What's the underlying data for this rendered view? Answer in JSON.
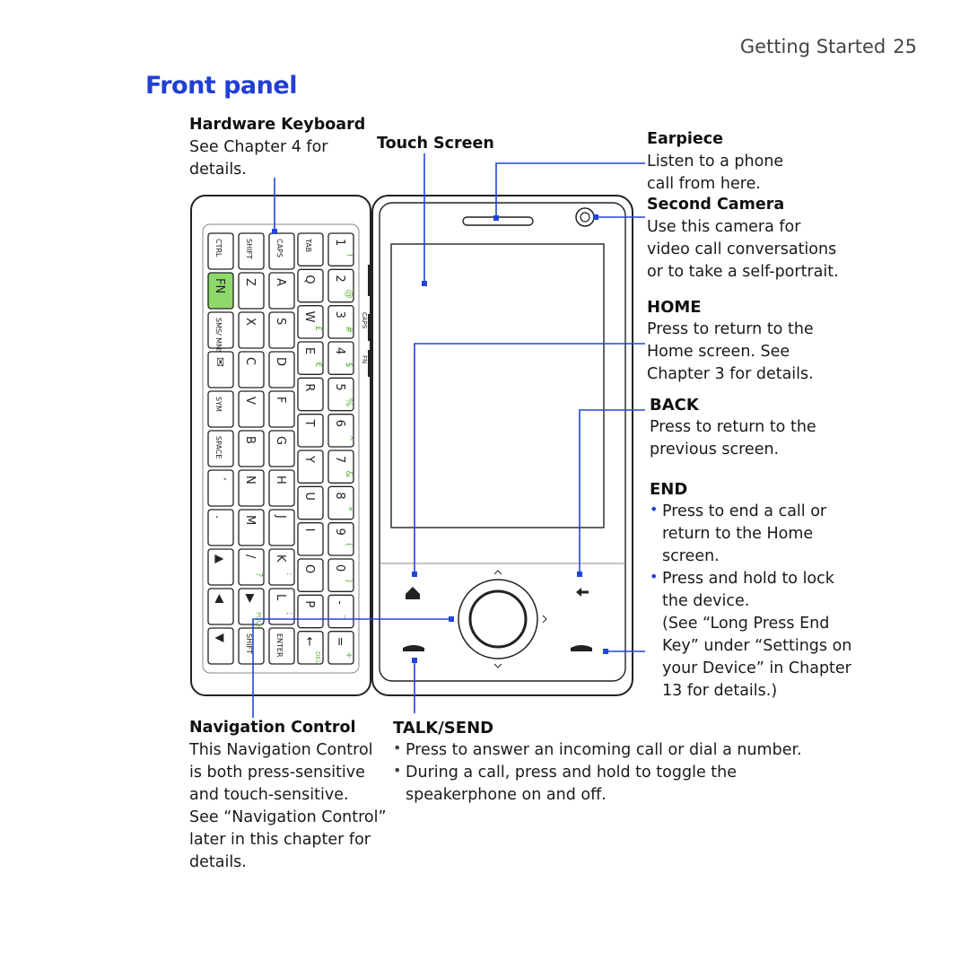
{
  "header": {
    "section": "Getting Started",
    "page_number": "25"
  },
  "title": "Front panel",
  "labels": {
    "hardware_keyboard": {
      "title": "Hardware Keyboard",
      "lines": [
        "See Chapter 4 for",
        "details."
      ]
    },
    "touch_screen": {
      "title": "Touch Screen"
    },
    "earpiece": {
      "title": "Earpiece",
      "lines": [
        "Listen to a phone",
        "call from here."
      ]
    },
    "second_camera": {
      "title": "Second Camera",
      "lines": [
        "Use this camera for",
        "video call conversations",
        "or to take a self-portrait."
      ]
    },
    "home": {
      "title": "HOME",
      "lines": [
        "Press to return to the",
        "Home screen. See",
        "Chapter 3 for details."
      ]
    },
    "back": {
      "title": "BACK",
      "lines": [
        "Press to return to the",
        "previous screen."
      ]
    },
    "end": {
      "title": "END",
      "bullets": [
        [
          "Press to end a call or",
          "return to the Home",
          "screen."
        ],
        [
          "Press and hold to lock",
          "the device.",
          "(See “Long Press End",
          "Key” under “Settings on",
          "your Device” in Chapter",
          "13 for details.)"
        ]
      ]
    },
    "navigation_control": {
      "title": "Navigation Control",
      "lines": [
        "This Navigation Control",
        "is both press-sensitive",
        "and touch-sensitive.",
        "See “Navigation Control”",
        "later in this chapter for",
        "details."
      ]
    },
    "talk_send": {
      "title": "TALK/SEND",
      "bullets": [
        [
          "Press to answer an incoming call or dial a number."
        ],
        [
          "During a call, press and hold to toggle the",
          "speakerphone on and off."
        ]
      ]
    }
  },
  "keyboard": {
    "columns": [
      [
        {
          "k": "CTRL"
        },
        {
          "k": "FN",
          "fn": true
        },
        {
          "k": "SMS/ MMS"
        },
        {
          "k": "✉"
        },
        {
          "k": "SYM"
        },
        {
          "k": "SPACE"
        },
        {
          "k": "´"
        },
        {
          "k": "."
        },
        {
          "k": "▲"
        },
        {
          "k": "◀"
        },
        {
          "k": "▼"
        }
      ],
      [
        {
          "k": "SHIFT"
        },
        {
          "k": "Z"
        },
        {
          "k": "X"
        },
        {
          "k": "C"
        },
        {
          "k": "V"
        },
        {
          "k": "B"
        },
        {
          "k": "N"
        },
        {
          "k": "M"
        },
        {
          "k": "/",
          "a": "?"
        },
        {
          "k": "▶",
          "a": "PGUP"
        },
        {
          "k": "SHIFT"
        }
      ],
      [
        {
          "k": "CAPS"
        },
        {
          "k": "A"
        },
        {
          "k": "S"
        },
        {
          "k": "D"
        },
        {
          "k": "F"
        },
        {
          "k": "G"
        },
        {
          "k": "H"
        },
        {
          "k": "J"
        },
        {
          "k": "K",
          "a": ":"
        },
        {
          "k": "L",
          "a": ";"
        },
        {
          "k": "ENTER"
        }
      ],
      [
        {
          "k": "TAB"
        },
        {
          "k": "Q"
        },
        {
          "k": "W",
          "a": "£"
        },
        {
          "k": "E",
          "a": "€"
        },
        {
          "k": "R"
        },
        {
          "k": "T"
        },
        {
          "k": "Y"
        },
        {
          "k": "U"
        },
        {
          "k": "I"
        },
        {
          "k": "O"
        },
        {
          "k": "P"
        },
        {
          "k": "←",
          "a": "DEL"
        }
      ],
      [
        {
          "k": "1",
          "a": "!"
        },
        {
          "k": "2",
          "a": "@"
        },
        {
          "k": "3",
          "a": "#"
        },
        {
          "k": "4",
          "a": "$"
        },
        {
          "k": "5",
          "a": "%"
        },
        {
          "k": "6",
          "a": "^"
        },
        {
          "k": "7",
          "a": "&"
        },
        {
          "k": "8",
          "a": "*"
        },
        {
          "k": "9",
          "a": "("
        },
        {
          "k": "0",
          "a": ")"
        },
        {
          "k": "-",
          "a": "_"
        },
        {
          "k": "=",
          "a": "+"
        }
      ]
    ],
    "side_labels": [
      "CAPS",
      "FN"
    ]
  },
  "icons": {
    "home": "home-icon",
    "back": "back-arrow-icon",
    "talk": "talk-phone-icon",
    "end": "end-phone-icon",
    "camera": "camera-icon"
  },
  "colors": {
    "accent": "#1f3fd6",
    "callout": "#2146d8",
    "fn_key": "#8fd86a",
    "alt_char": "#5ab636"
  }
}
